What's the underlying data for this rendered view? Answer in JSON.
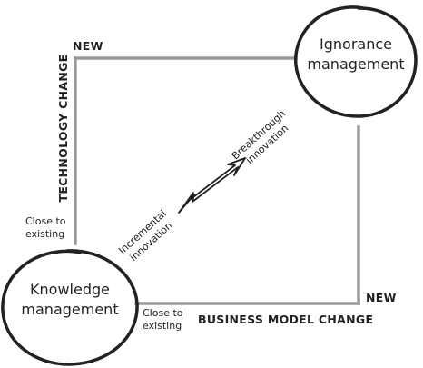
{
  "diagram": {
    "top_axis_end": "NEW",
    "left_axis_label": "TECHNOLOGY CHANGE",
    "left_axis_start": [
      "Close to",
      "existing"
    ],
    "bottom_axis_start": [
      "Close to",
      "existing"
    ],
    "bottom_axis_label": "BUSINESS MODEL CHANGE",
    "right_axis_end": "NEW",
    "top_right_node": [
      "Ignorance",
      "management"
    ],
    "bottom_left_node": [
      "Knowledge",
      "management"
    ],
    "arrow_top_label": [
      "Breakthrough",
      "innovation"
    ],
    "arrow_bottom_label": [
      "Incremental",
      "innovation"
    ],
    "colors": {
      "frame": "#9a9a9a",
      "ink": "#222222",
      "background": "#ffffff"
    }
  }
}
